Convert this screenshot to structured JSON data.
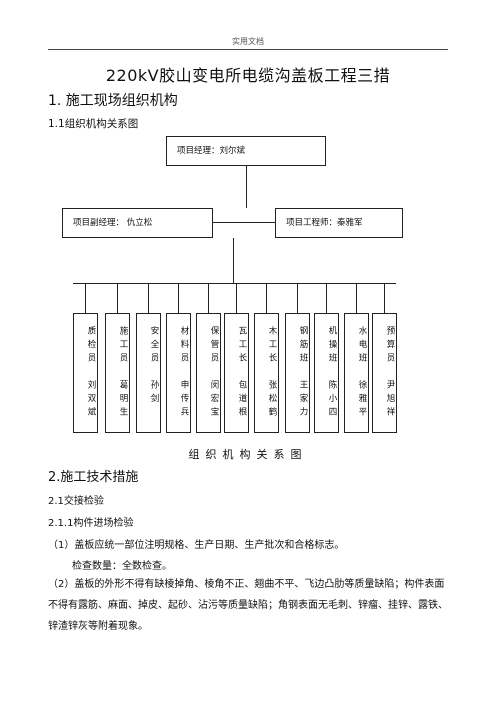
{
  "header": {
    "text": "实用文档"
  },
  "title": "220kV胶山变电所电缆沟盖板工程三措",
  "section1": {
    "heading": "1.  施工现场组织机构",
    "sub": "1.1组织机构关系图"
  },
  "org": {
    "manager": "项目经理：刘尔斌",
    "deputy": "项目副经理：  仇立松",
    "engineer": "项目工程师：秦雅军",
    "members": [
      {
        "role": "质检员",
        "name": "刘双斌"
      },
      {
        "role": "施工员",
        "name": "葛明生"
      },
      {
        "role": "安全员",
        "name": "孙剑"
      },
      {
        "role": "材料员",
        "name": "申传兵"
      },
      {
        "role": "保管员",
        "name": "闵宏宝"
      },
      {
        "role": "瓦工长",
        "name": "包道根"
      },
      {
        "role": "木工长",
        "name": "张松鹤"
      },
      {
        "role": "钢筋班",
        "name": "王家力"
      },
      {
        "role": "机操班",
        "name": "陈小四"
      },
      {
        "role": "水电班",
        "name": "徐雅平"
      },
      {
        "role": "预算员",
        "name": "尹旭祥"
      }
    ],
    "caption": "组织机构关系图"
  },
  "section2": {
    "heading": "2.施工技术措施",
    "s21": "2.1交接检验",
    "s211": "2.1.1构件进场检验",
    "item1": "（1）盖板应统一部位注明规格、生产日期、生产批次和合格标志。",
    "item1_check": "检查数量：全数检查。",
    "item2": "（2）盖板的外形不得有缺棱掉角、棱角不正、翘曲不平、飞边凸肋等质量缺陷；构件表面不得有露筋、麻面、掉皮、起砂、沾污等质量缺陷；角钢表面无毛刺、锌瘤、挂锌、露铁、锌渣锌灰等附着现象。"
  }
}
